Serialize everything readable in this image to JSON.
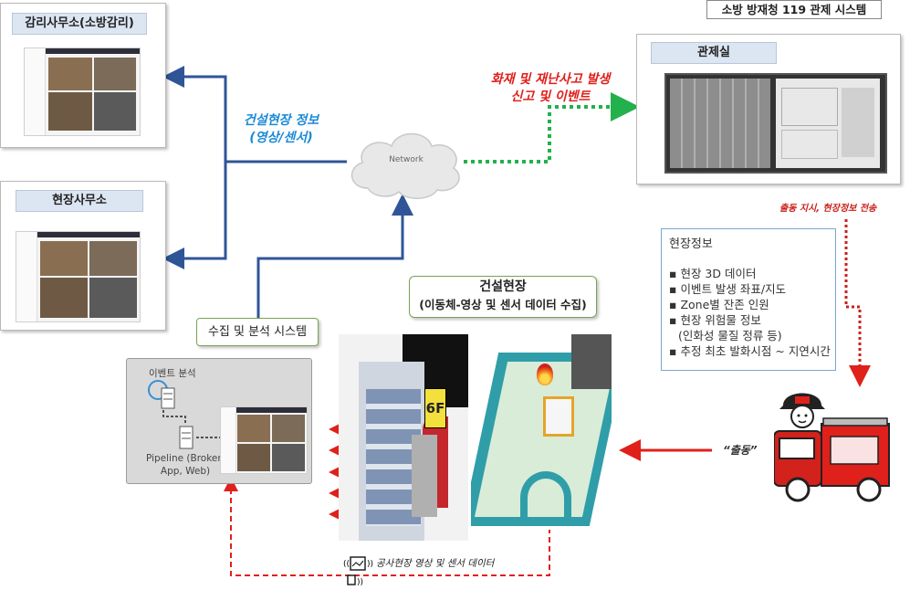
{
  "system_title": "소방 방재청 119 관제 시스템",
  "offices": {
    "audit_office": "감리사무소(소방감리)",
    "site_office": "현장사무소"
  },
  "control_room": "관제실",
  "network_label": "Network",
  "flow_labels": {
    "site_info": [
      "건설현장 정보",
      "(영상/센서)"
    ],
    "event": [
      "화재 및 재난사고 발생",
      "신고 및 이벤트"
    ],
    "dispatch_order": "출동 지시, 현장정보 전송",
    "dispatch": "“출동”",
    "sensor_data": "공사현장 영상 및 센서 데이터"
  },
  "collection_system": "수집 및 분석 시스템",
  "analysis": {
    "event_analysis": "이벤트 분석",
    "pipeline": [
      "Pipeline (Broker,",
      "App, Web)"
    ]
  },
  "construction_site": [
    "건설현장",
    "(이동체-영상 및 센서 데이터 수집)"
  ],
  "floor_label": "6F",
  "site_info_box": {
    "title": "현장정보",
    "items": [
      "▪ 현장 3D 데이터",
      "▪ 이벤트 발생 좌표/지도",
      "▪ Zone별 잔존 인원",
      "▪ 현장 위험물 정보",
      "(인화성 물질 정류 등)",
      "▪ 추정 최초 발화시점 ~ 지연시간"
    ]
  },
  "colors": {
    "blue_line": "#2f5597",
    "green_dotted": "#22b14c",
    "red_dashed": "#e0201b",
    "tag_fill": "#dce6f2"
  }
}
